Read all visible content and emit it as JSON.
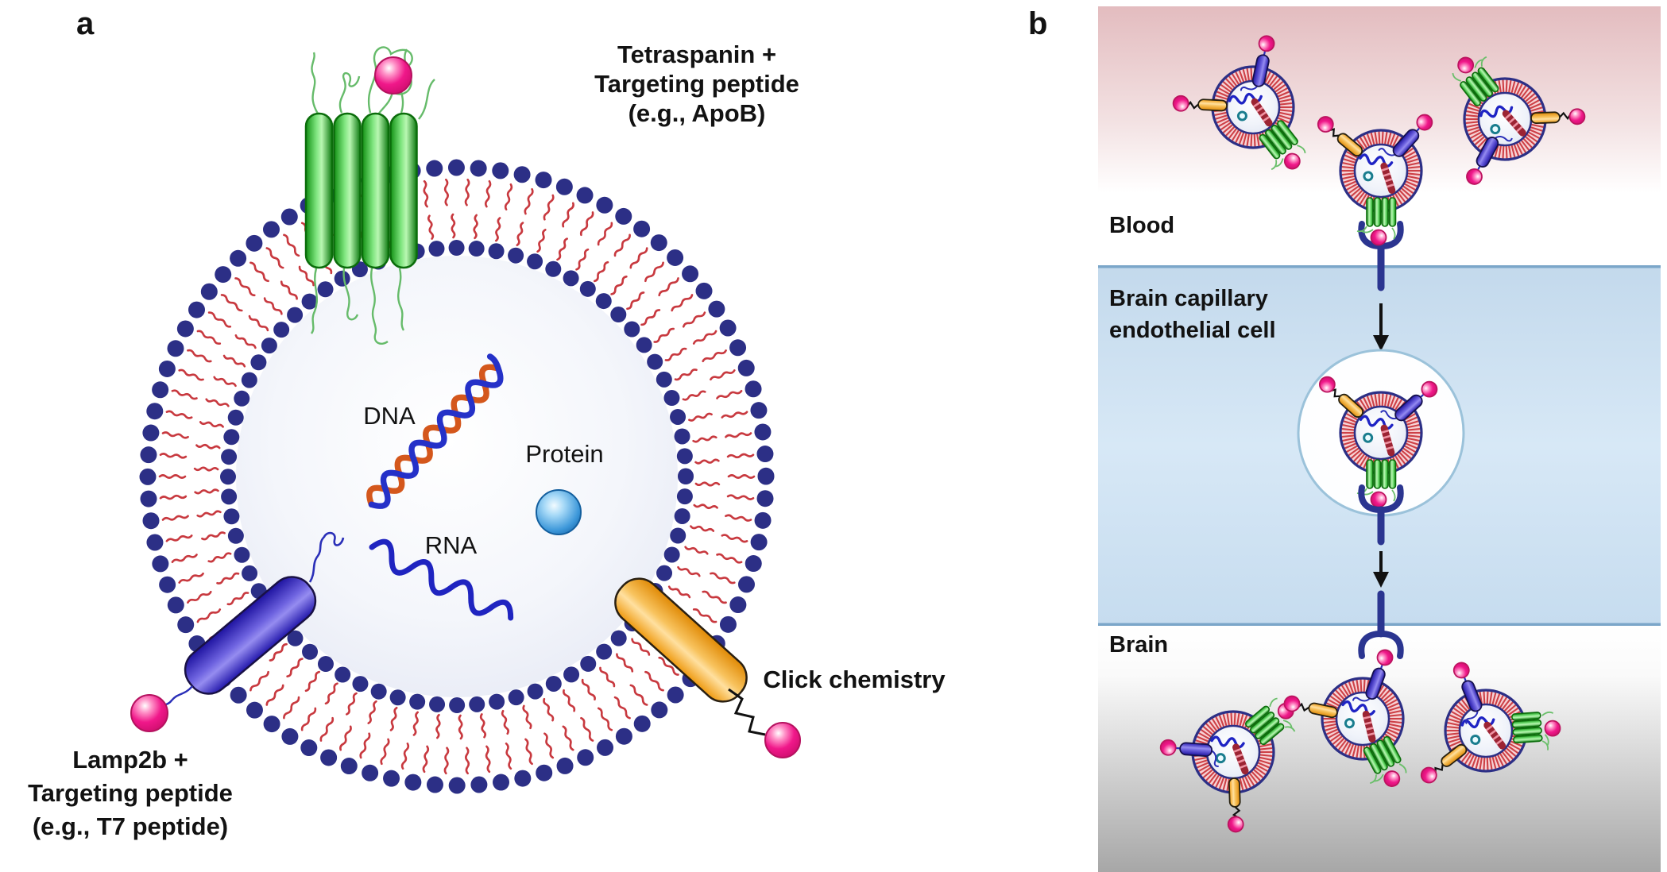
{
  "panel_a": {
    "panel_label": "a",
    "tetraspanin_label": [
      "Tetraspanin +",
      "Targeting peptide",
      "(e.g., ApoB)"
    ],
    "dna_label": "DNA",
    "protein_label": "Protein",
    "rna_label": "RNA",
    "lamp2b_label": [
      "Lamp2b +",
      "Targeting peptide",
      "(e.g., T7 peptide)"
    ],
    "click_label": "Click chemistry"
  },
  "panel_b": {
    "panel_label": "b",
    "blood_label": "Blood",
    "endothelial_label": [
      "Brain capillary",
      "endothelial cell"
    ],
    "brain_label": "Brain"
  },
  "colors": {
    "membrane_head_navy": "#2c2f86",
    "lipid_tail_red": "#c8393f",
    "tetraspanin_green": "#2fae33",
    "lamp2b_blue": "#4a3cd6",
    "click_anchor_orange": "#f5a623",
    "targeting_peptide_pink": "#ee1f8b",
    "protein_sphere_blue": "#4aa0e0",
    "dna_strand_orange": "#d4571c",
    "nucleic_acid_blue": "#2531c8",
    "blood_zone_pink": "#e3bcbf",
    "endothelial_zone_blue": "#cfe2f1",
    "brain_zone_gray": "#a7a7a7",
    "receptor_navy": "#2b3590"
  }
}
